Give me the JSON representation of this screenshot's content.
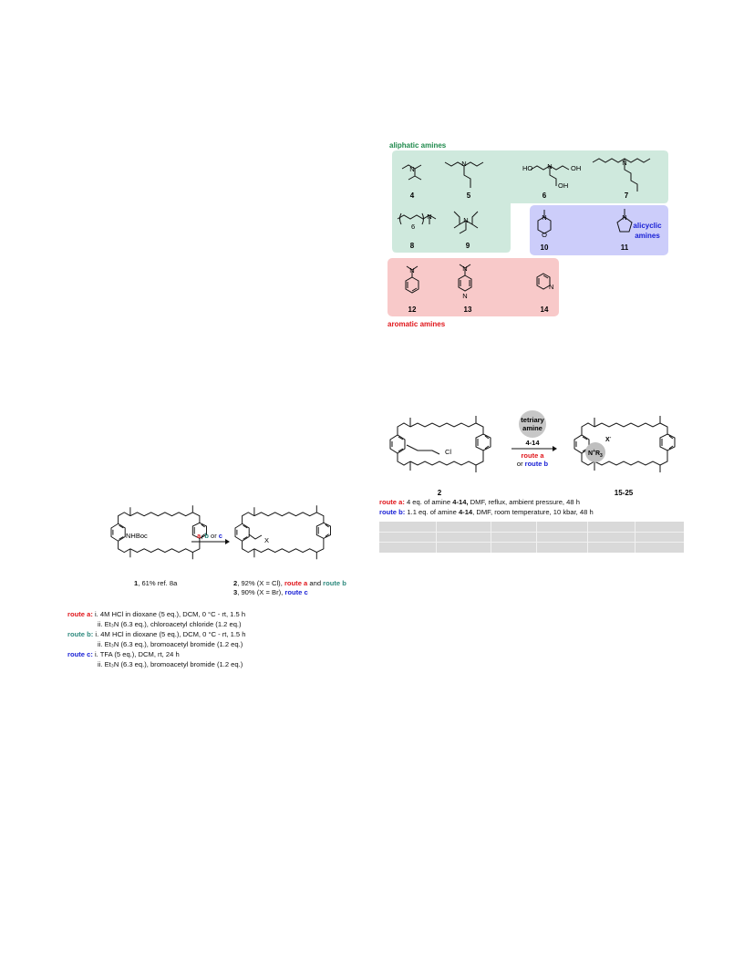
{
  "amines_figure": {
    "aliphatic_label": "aliphatic amines",
    "alicyclic_label": "alicyclic amines",
    "aromatic_label": "aromatic amines",
    "compound_numbers": [
      "4",
      "5",
      "6",
      "7",
      "8",
      "9",
      "10",
      "11",
      "12",
      "13",
      "14"
    ],
    "subscript_6": "6",
    "colors": {
      "aliphatic_bg": "#cfe9dd",
      "alicyclic_bg": "#cccdfa",
      "aromatic_bg": "#f8c9c9",
      "aliphatic_text": "#1f8a4c",
      "alicyclic_text": "#1b22d6",
      "aromatic_text": "#e0161b"
    }
  },
  "scheme1": {
    "arrow_label_parts": [
      "a",
      ", ",
      "b",
      " or ",
      "c"
    ],
    "nhboc": "NHBoc",
    "x_label": "X",
    "compound1": {
      "num": "1",
      "text": ", 61% ref. 8a"
    },
    "compound2": {
      "num": "2",
      "text": ", 92% (X = Cl), ",
      "route_a": "route a",
      "and": " and ",
      "route_b": "route b"
    },
    "compound3": {
      "num": "3",
      "text": ", 90% (X = Br), ",
      "route_c": "route c"
    },
    "conditions": [
      {
        "route": "route a:",
        "lines": [
          "i. 4M HCl in dioxane (5 eq.), DCM, 0 °C - rt, 1.5 h",
          "ii. Et₃N (6.3 eq.), chloroacetyl chloride (1.2 eq.)"
        ]
      },
      {
        "route": "route b:",
        "lines": [
          "i. 4M HCl in dioxane (5 eq.), DCM, 0 °C - rt, 1.5 h",
          "ii. Et₃N (6.3 eq.), bromoacetyl bromide (1.2 eq.)"
        ]
      },
      {
        "route": "route c:",
        "lines": [
          "i. TFA (5 eq.), DCM, rt, 24 h",
          "ii. Et₃N (6.3 eq.), bromoacetyl bromide (1.2 eq.)"
        ]
      }
    ]
  },
  "scheme2": {
    "reagent_circle": [
      "tetriary",
      "amine"
    ],
    "reagent_range": "4-14",
    "route_a": "route a",
    "or": "or",
    "route_b": "route b",
    "cl": "Cl",
    "x_minus": "X",
    "nr3": "N",
    "start_num": "2",
    "product_num": "15-25",
    "conditions": [
      {
        "route": "route a:",
        "text_pre": " 4 eq. of amine ",
        "bold": "4-14,",
        "text_post": " DMF, reflux, ambient pressure, 48 h"
      },
      {
        "route": "route b:",
        "text_pre": " 1.1 eq. of amine ",
        "bold": "4-14",
        "text_post": ", DMF, room temperature, 10 kbar, 48 h"
      }
    ]
  }
}
